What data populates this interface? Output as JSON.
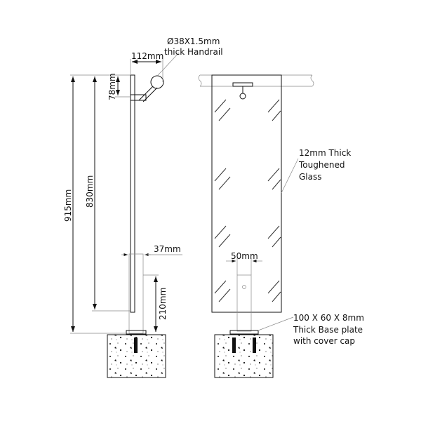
{
  "side_view": {
    "handrail_label_1": "Ø38X1.5mm",
    "handrail_label_2": "thick Handrail",
    "dim_handrail_offset": "112mm",
    "dim_bracket_drop": "78mm",
    "dim_total_height": "915mm",
    "dim_glass_height": "830mm",
    "dim_post_width": "37mm",
    "dim_post_height": "210mm"
  },
  "front_view": {
    "glass_label_1": "12mm Thick",
    "glass_label_2": "Toughened",
    "glass_label_3": "Glass",
    "dim_post_width": "50mm",
    "base_label_1": "100 X 60 X 8mm",
    "base_label_2": "Thick Base plate",
    "base_label_3": "with cover cap"
  }
}
